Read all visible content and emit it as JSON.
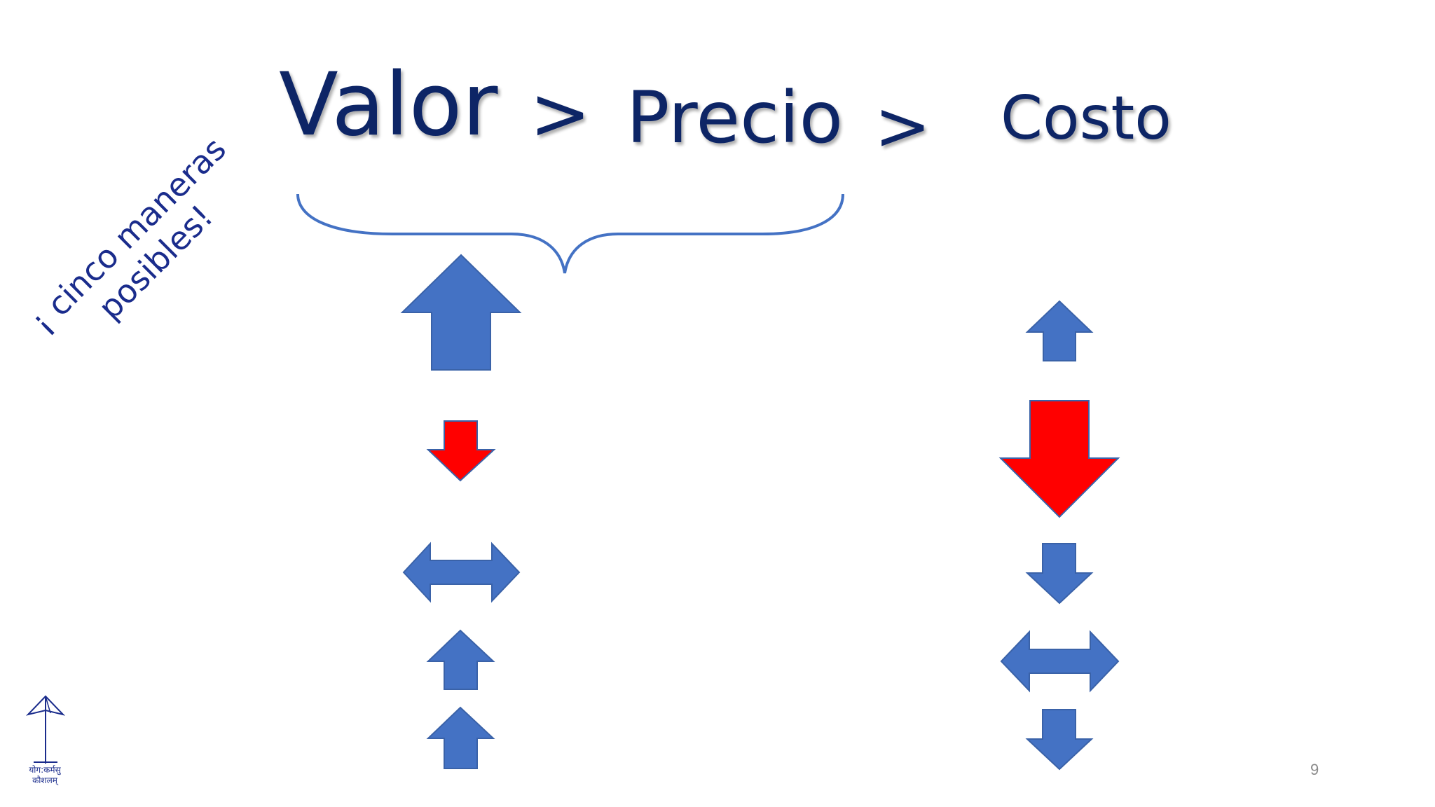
{
  "slide": {
    "title": {
      "valor": "Valor",
      "gt1": ">",
      "precio": "Precio",
      "gt2": ">",
      "costo": "Costo"
    },
    "side_note": {
      "line1": "¡ cinco maneras",
      "line2": "posibles!"
    },
    "logo": {
      "line1": "योग:कर्मसु",
      "line2": "कौशलम्"
    },
    "page_number": "9"
  },
  "colors": {
    "title_text": "#0d2566",
    "side_text": "#1a2c8c",
    "arrow_blue": "#4472c4",
    "arrow_red": "#ff0000",
    "brace": "#4472c4",
    "page_number": "#8a8a8a"
  },
  "arrows": {
    "left_column": [
      "up-large",
      "down-small-red",
      "left-right",
      "up-small",
      "up-small"
    ],
    "right_column": [
      "up-small",
      "down-large-red",
      "down-small",
      "left-right",
      "down-small"
    ]
  }
}
